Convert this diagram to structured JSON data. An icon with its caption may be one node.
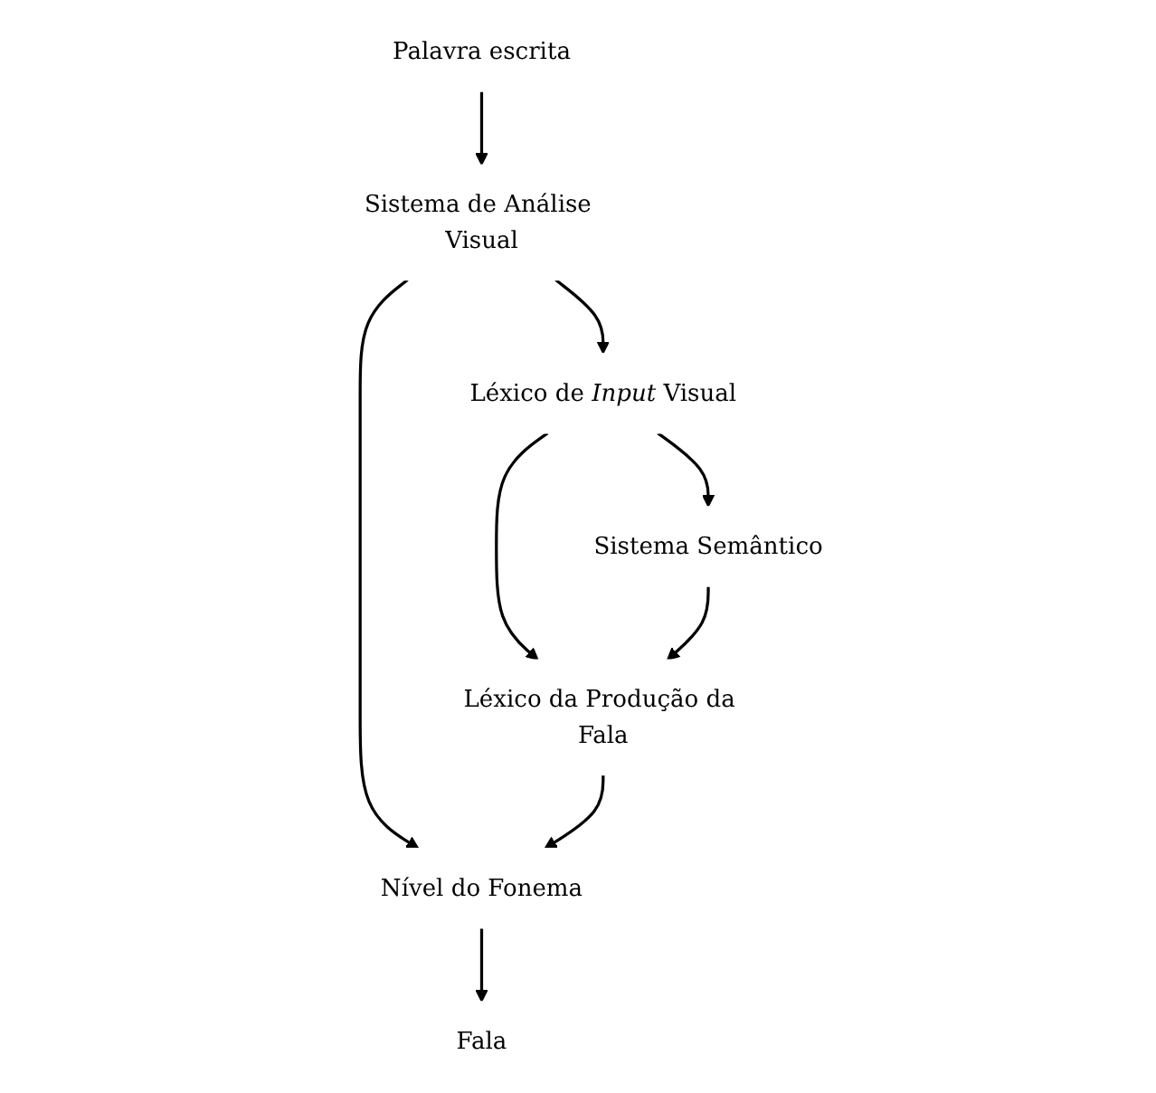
{
  "diagram": {
    "nodes": [
      {
        "text": [
          "Palavra escrita"
        ]
      },
      {
        "text": [
          "Sistema de Análise Visual"
        ]
      },
      {
        "text": [
          "Léxico de *Input* Visual"
        ]
      },
      {
        "text": [
          "Sistema Semântico"
        ]
      },
      {
        "text": [
          "Léxico da Produção da Fala"
        ]
      },
      {
        "text": [
          "Nível do Fonema"
        ]
      },
      {
        "text": [
          "Fala"
        ]
      }
    ],
    "edges": [
      {
        "from": 0,
        "to": 1,
        "arrow": "to"
      },
      {
        "from": 1,
        "to": 2,
        "arrow": "to"
      },
      {
        "from": 1,
        "to": 5,
        "arrow": "to"
      },
      {
        "from": 2,
        "to": 3,
        "arrow": "to"
      },
      {
        "from": 2,
        "to": 4,
        "arrow": "to"
      },
      {
        "from": 3,
        "to": 4,
        "arrow": "to"
      },
      {
        "from": 4,
        "to": 5,
        "arrow": "to"
      },
      {
        "from": 5,
        "to": 6,
        "arrow": "to"
      }
    ]
  }
}
